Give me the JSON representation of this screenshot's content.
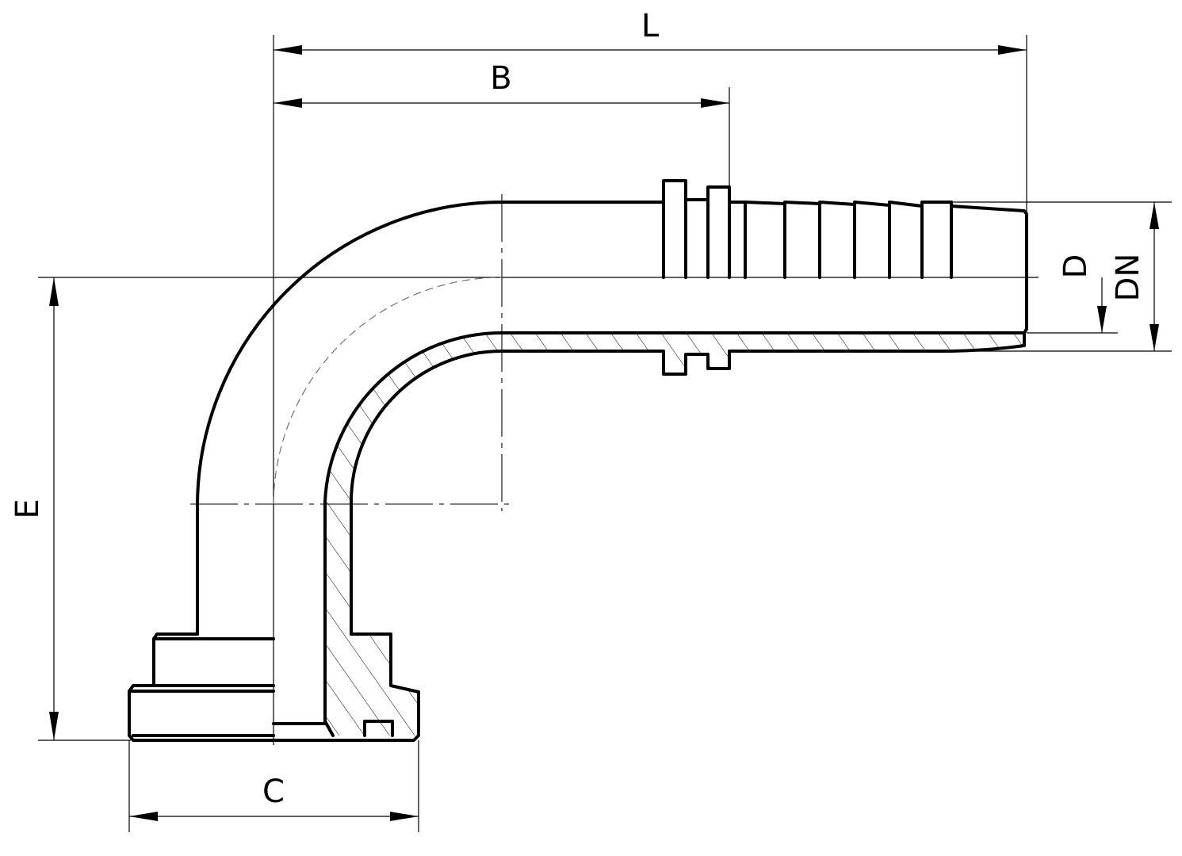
{
  "drawing": {
    "dimensions": {
      "L": "L",
      "B": "B",
      "D": "D",
      "DN": "DN",
      "E": "E",
      "C": "C"
    }
  }
}
